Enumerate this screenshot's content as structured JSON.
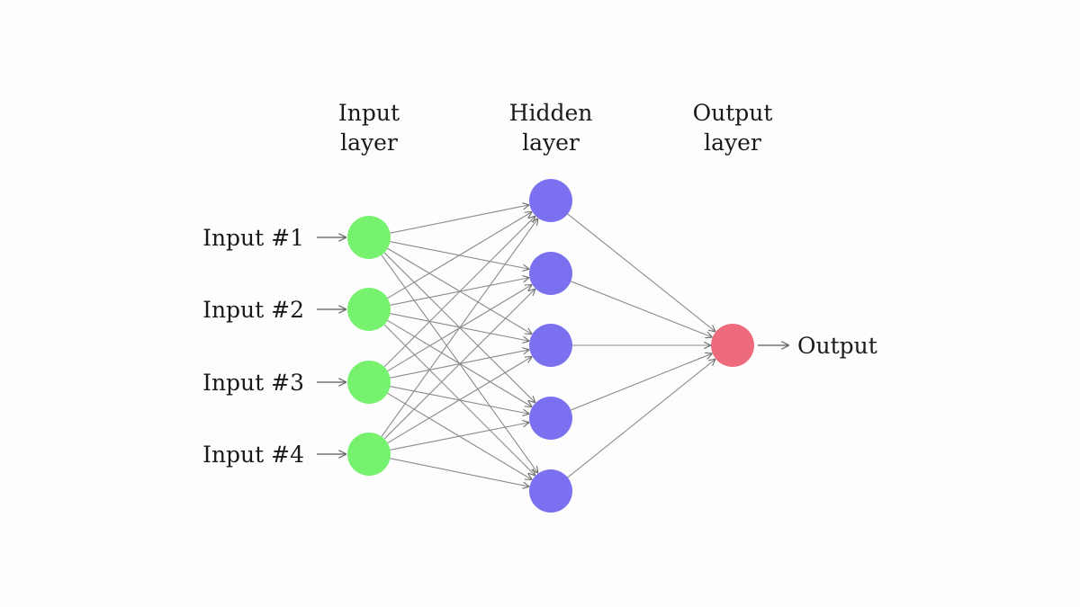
{
  "headers": {
    "input": [
      "Input",
      "layer"
    ],
    "hidden": [
      "Hidden",
      "layer"
    ],
    "output": [
      "Output",
      "layer"
    ]
  },
  "inputs": [
    "Input #1",
    "Input #2",
    "Input #3",
    "Input #4"
  ],
  "output_label": "Output",
  "layers": {
    "input_count": 4,
    "hidden_count": 5,
    "output_count": 1
  },
  "colors": {
    "input_node": "#77f26f",
    "hidden_node": "#7a70f0",
    "output_node": "#ee6b7d",
    "edge": "#8a8a8a"
  }
}
